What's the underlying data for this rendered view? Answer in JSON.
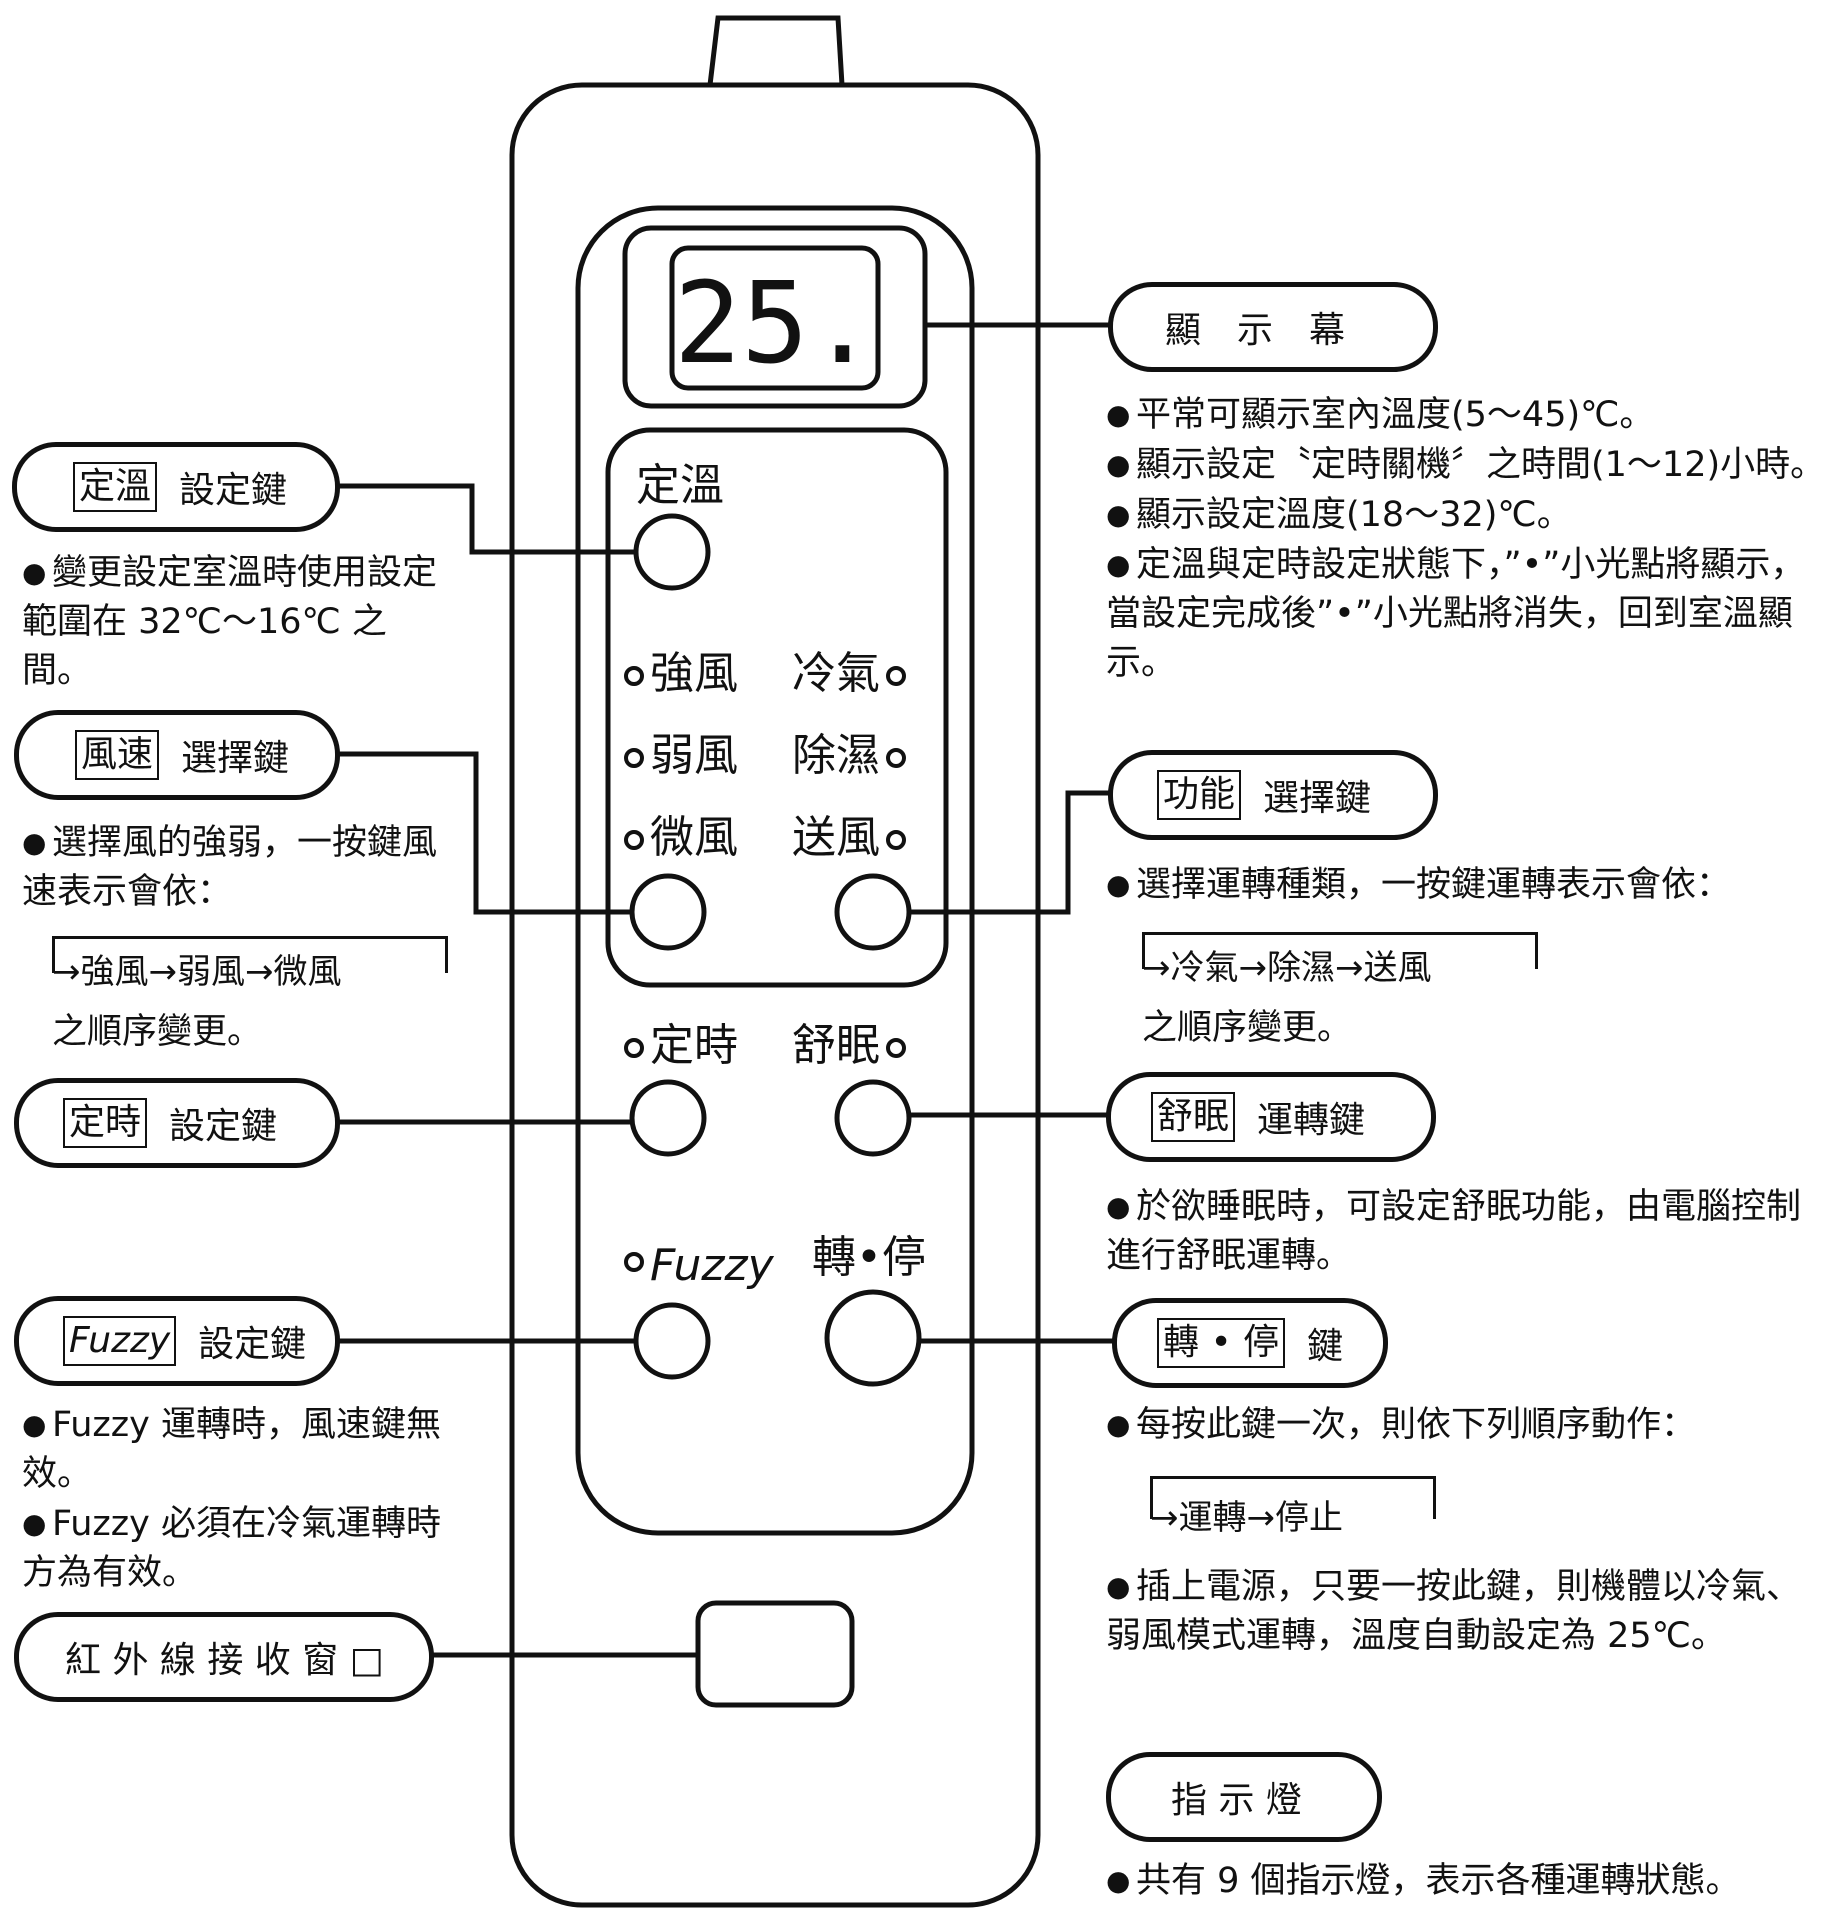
{
  "remote": {
    "display_value": "25.",
    "set_temp_label": "定溫",
    "indicators": {
      "strong": "強風",
      "cool": "冷氣",
      "weak": "弱風",
      "dehumid": "除濕",
      "breeze": "微風",
      "fan": "送風",
      "timer": "定時",
      "sleep": "舒眠",
      "fuzzy": "Fuzzy"
    },
    "start_stop_label": "轉•停"
  },
  "callouts": {
    "display": {
      "label": "顯　示　幕",
      "notes": [
        "平常可顯示室內溫度(5～45)℃。",
        "顯示設定〝定時關機〞之時間(1～12)小時。",
        "顯示設定溫度(18～32)℃。",
        "定溫與定時設定狀態下，”•”小光點將顯示，當設定完成後”•”小光點將消失，回到室溫顯示。"
      ]
    },
    "set_temp": {
      "boxed": "定溫",
      "label": "設定鍵",
      "notes": [
        "變更設定室溫時使用設定範圍在 32℃～16℃ 之間。"
      ]
    },
    "fan_speed": {
      "boxed": "風速",
      "label": "選擇鍵",
      "notes": [
        "選擇風的強弱，一按鍵風速表示會依："
      ],
      "sequence": "→強風→弱風→微風",
      "after": "之順序變更。"
    },
    "function": {
      "boxed": "功能",
      "label": "選擇鍵",
      "notes": [
        "選擇運轉種類，一按鍵運轉表示會依："
      ],
      "sequence": "→冷氣→除濕→送風",
      "after": "之順序變更。"
    },
    "timer": {
      "boxed": "定時",
      "label": "設定鍵"
    },
    "sleep": {
      "boxed": "舒眠",
      "label": "運轉鍵",
      "notes": [
        "於欲睡眠時，可設定舒眠功能，由電腦控制進行舒眠運轉。"
      ]
    },
    "fuzzy": {
      "boxed": "Fuzzy",
      "label": "設定鍵",
      "notes": [
        "Fuzzy 運轉時，風速鍵無效。",
        "Fuzzy 必須在冷氣運轉時方為有效。"
      ]
    },
    "start_stop": {
      "boxed": "轉 • 停",
      "label": "鍵",
      "notes": [
        "每按此鍵一次，則依下列順序動作："
      ],
      "sequence": "→運轉→停止",
      "notes2": [
        "插上電源，只要一按此鍵，則機體以冷氣、弱風模式運轉，溫度自動設定為 25℃。"
      ]
    },
    "ir_window": {
      "label": "紅 外 線 接 收 窗 □"
    },
    "indicator_lights": {
      "label": "指 示 燈",
      "notes": [
        "共有 9 個指示燈，表示各種運轉狀態。"
      ]
    }
  }
}
